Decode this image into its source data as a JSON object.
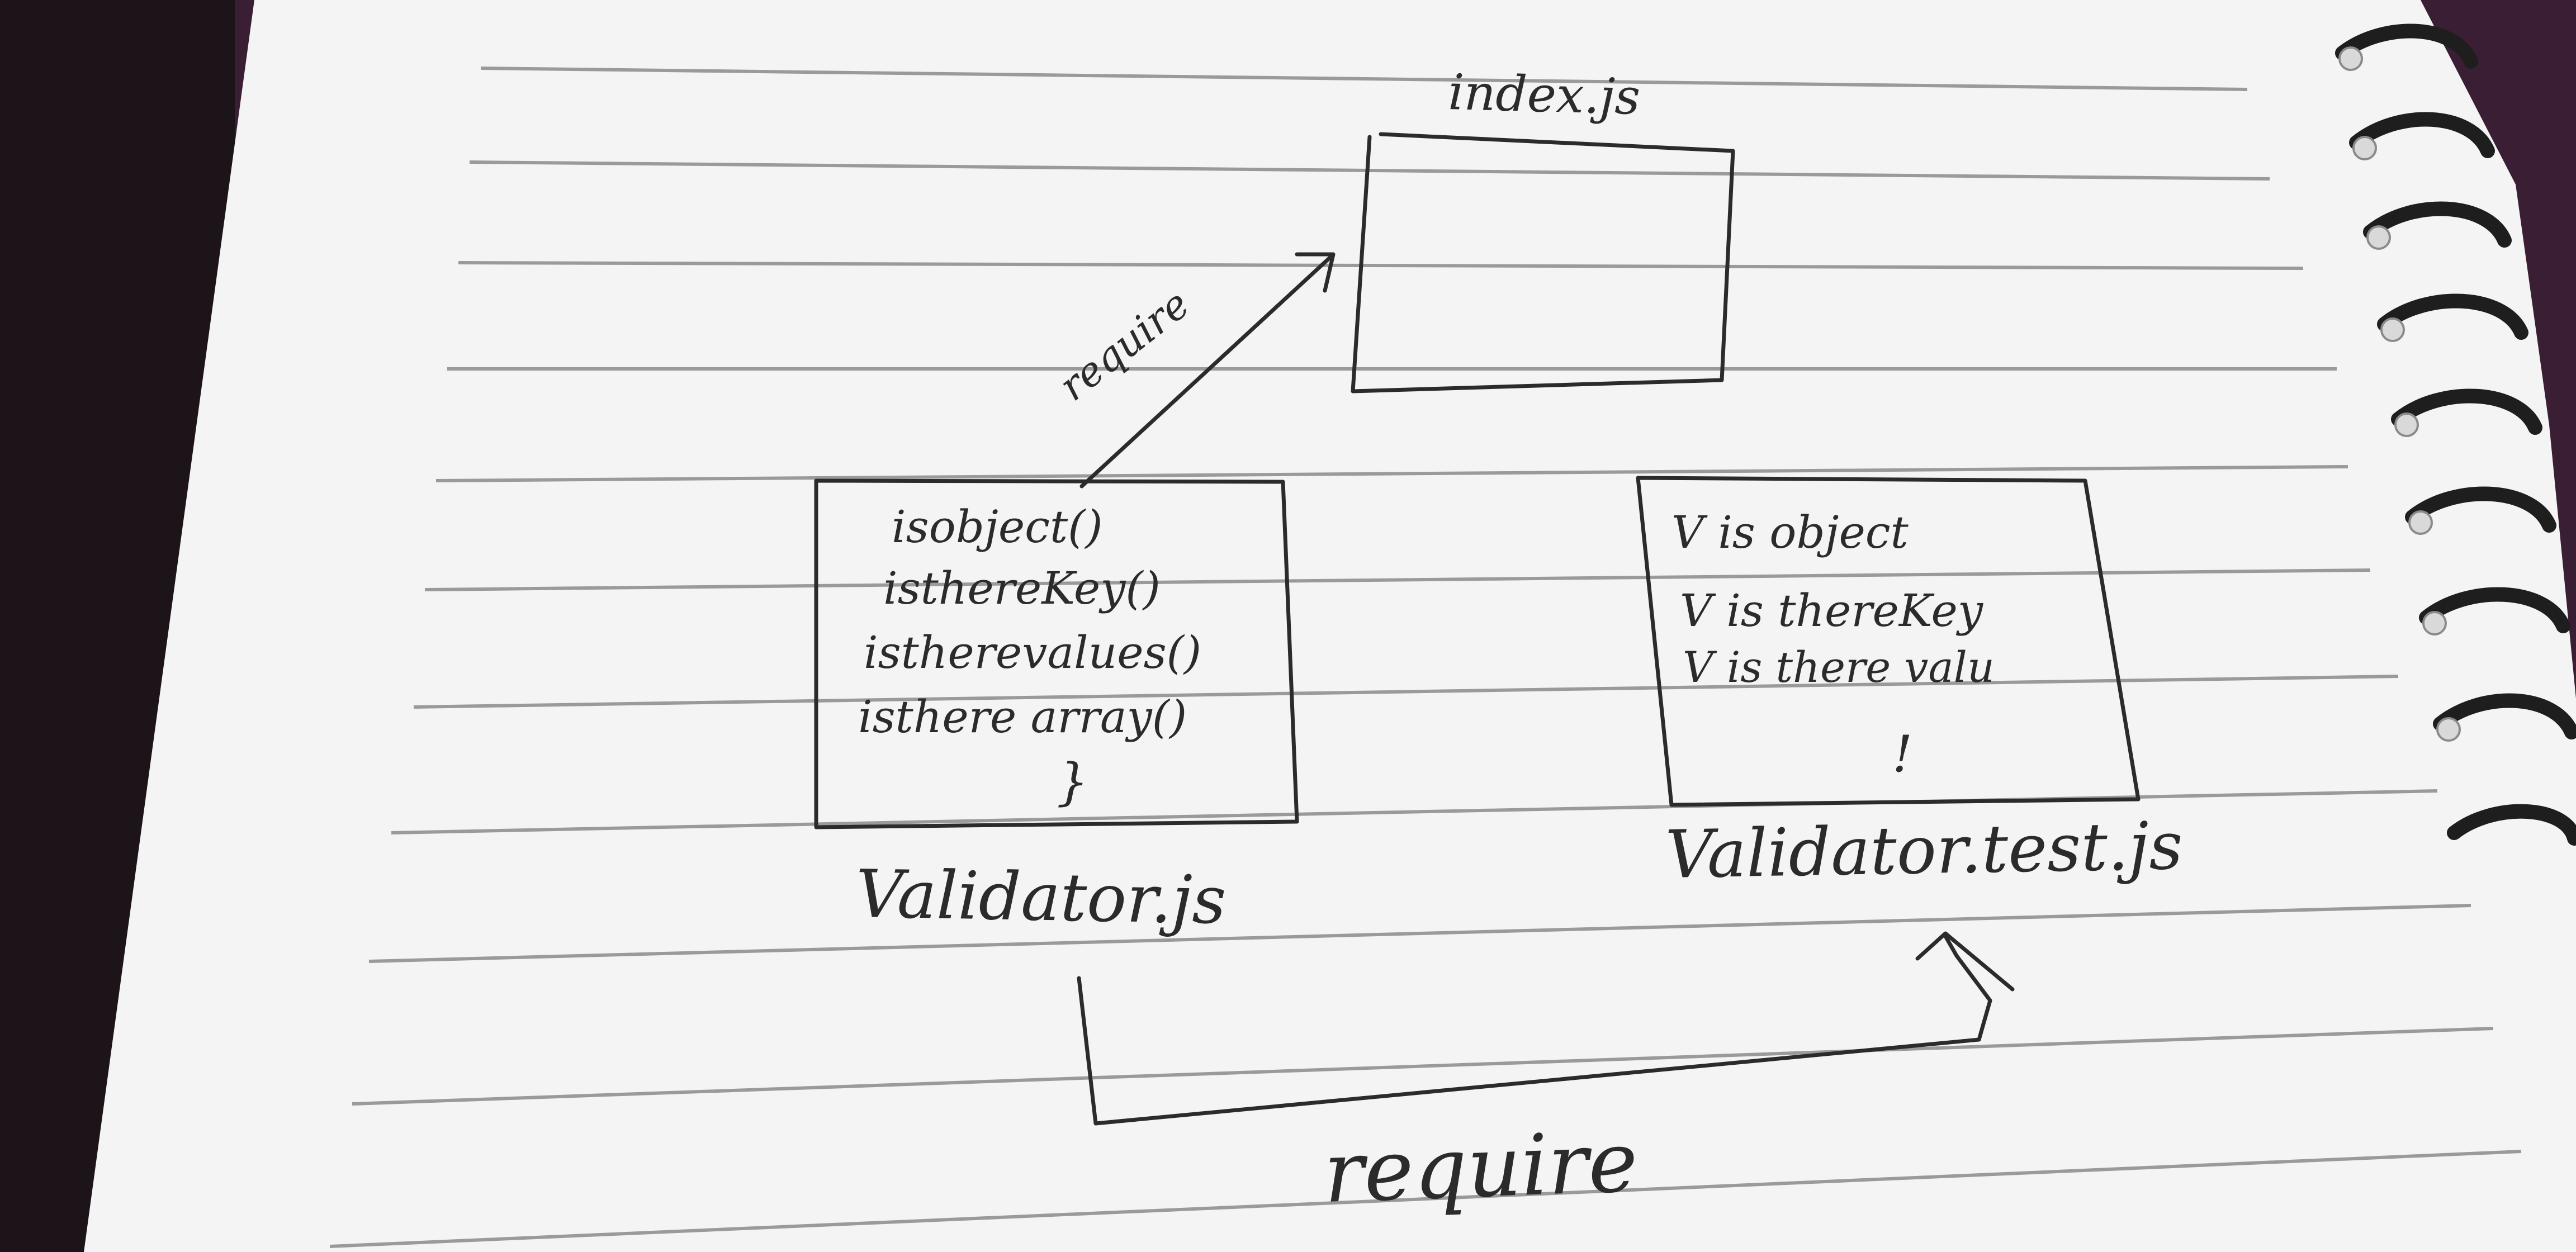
{
  "diagram": {
    "index_box": {
      "label": "index.js"
    },
    "validator_box": {
      "label": "Validator.js",
      "lines": [
        "isobject()",
        "isthereKey()",
        "istherevalues()",
        "isthere array()"
      ],
      "more": "}"
    },
    "test_box": {
      "label": "Validator.test.js",
      "lines": [
        "V is object",
        "V is thereKey",
        "V is there valu"
      ],
      "more": "!"
    },
    "arrows": {
      "validator_to_index": "require",
      "validator_to_test": "require"
    }
  },
  "colors": {
    "background": "#3a1e34",
    "paper": "#f4f4f4",
    "ruled_line": "#9a9a9a",
    "ink": "#2b2b2b",
    "spiral": "#1e1e1e"
  }
}
